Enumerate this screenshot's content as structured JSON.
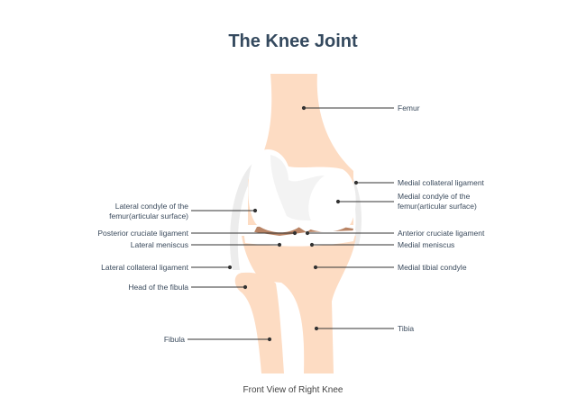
{
  "title": "The Knee Joint",
  "caption": "Front View of Right Knee",
  "colors": {
    "bone": "#fddcc3",
    "cartilage": "#ffffff",
    "brown": "#b98465",
    "ligament": "#ececec",
    "title": "#34495e"
  },
  "labels": {
    "femur": "Femur",
    "medial_collateral": "Medial collateral ligament",
    "medial_condyle_1": "Medial condyle of the",
    "medial_condyle_2": "femur(articular surface)",
    "anterior_cruciate": "Anterior cruciate ligament",
    "medial_meniscus": "Medial meniscus",
    "medial_tibial_condyle": "Medial tibial condyle",
    "tibia": "Tibia",
    "lateral_condyle_1": "Lateral condyle of the",
    "lateral_condyle_2": "femur(articular surface)",
    "posterior_cruciate": "Posterior cruciate ligament",
    "lateral_meniscus": "Lateral meniscus",
    "lateral_collateral": "Lateral collateral ligament",
    "head_fibula": "Head of the fibula",
    "fibula": "Fibula"
  }
}
